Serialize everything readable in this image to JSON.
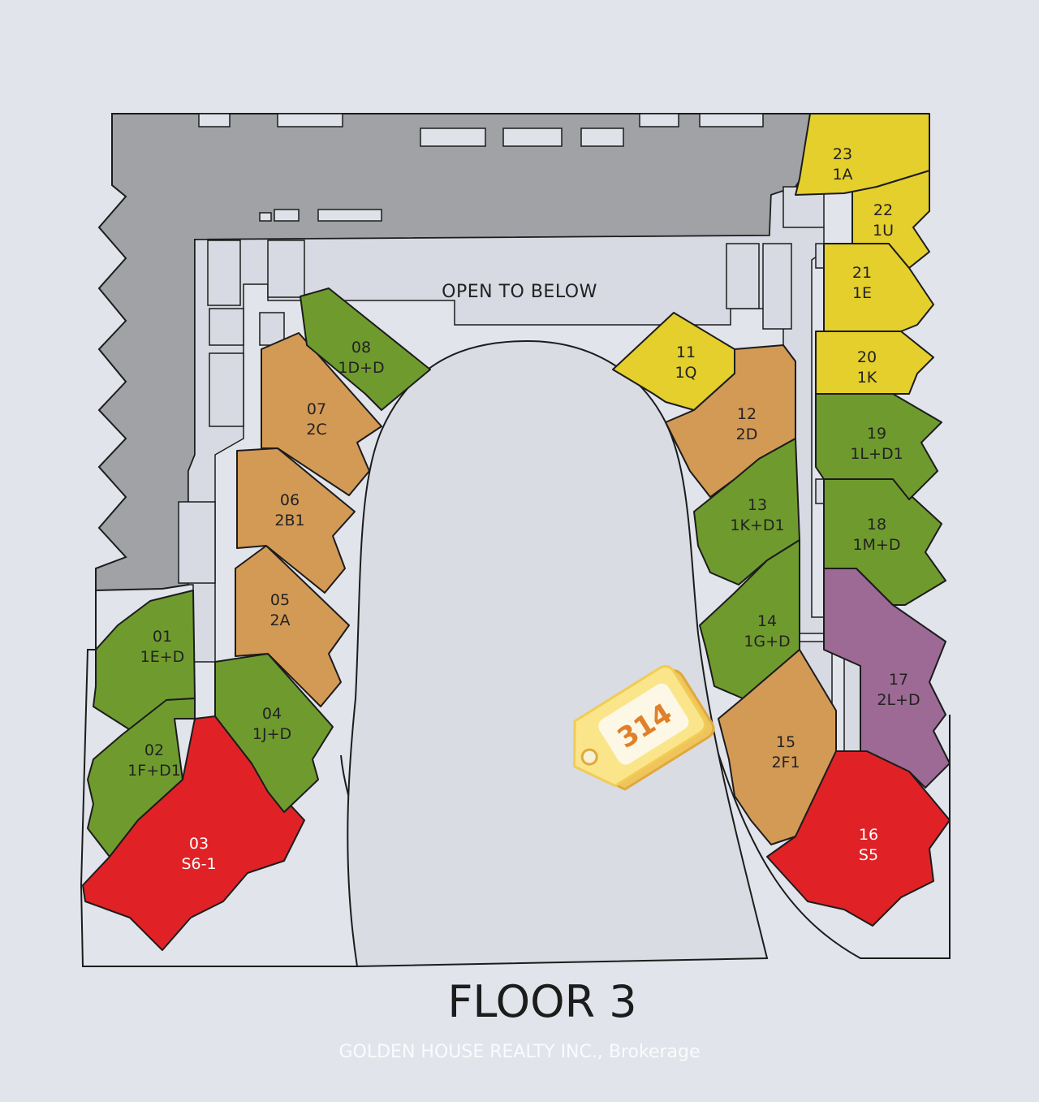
{
  "title": "FLOOR 3",
  "open_area_label": "OPEN TO BELOW",
  "watermark": "GOLDEN HOUSE REALTY INC., Brokerage",
  "tag": {
    "label": "314"
  },
  "colors": {
    "background": "#dfe2e9",
    "core": "#9fa1a4",
    "corridor": "#d6d9e1",
    "green": "#6f9b2e",
    "tan": "#d39a56",
    "yellow": "#e4cf2d",
    "red": "#e02227",
    "purple": "#9c6a95",
    "tag": "#f0d96a"
  },
  "units": [
    {
      "id": "unit-01",
      "number": "01",
      "type": "1E+D",
      "color": "green"
    },
    {
      "id": "unit-02",
      "number": "02",
      "type": "1F+D1",
      "color": "green"
    },
    {
      "id": "unit-03",
      "number": "03",
      "type": "S6-1",
      "color": "red"
    },
    {
      "id": "unit-04",
      "number": "04",
      "type": "1J+D",
      "color": "green"
    },
    {
      "id": "unit-05",
      "number": "05",
      "type": "2A",
      "color": "tan"
    },
    {
      "id": "unit-06",
      "number": "06",
      "type": "2B1",
      "color": "tan"
    },
    {
      "id": "unit-07",
      "number": "07",
      "type": "2C",
      "color": "tan"
    },
    {
      "id": "unit-08",
      "number": "08",
      "type": "1D+D",
      "color": "green"
    },
    {
      "id": "unit-11",
      "number": "11",
      "type": "1Q",
      "color": "yellow"
    },
    {
      "id": "unit-12",
      "number": "12",
      "type": "2D",
      "color": "tan"
    },
    {
      "id": "unit-13",
      "number": "13",
      "type": "1K+D1",
      "color": "green"
    },
    {
      "id": "unit-14",
      "number": "14",
      "type": "1G+D",
      "color": "green"
    },
    {
      "id": "unit-15",
      "number": "15",
      "type": "2F1",
      "color": "tan"
    },
    {
      "id": "unit-16",
      "number": "16",
      "type": "S5",
      "color": "red"
    },
    {
      "id": "unit-17",
      "number": "17",
      "type": "2L+D",
      "color": "purple"
    },
    {
      "id": "unit-18",
      "number": "18",
      "type": "1M+D",
      "color": "green"
    },
    {
      "id": "unit-19",
      "number": "19",
      "type": "1L+D1",
      "color": "green"
    },
    {
      "id": "unit-20",
      "number": "20",
      "type": "1K",
      "color": "yellow"
    },
    {
      "id": "unit-21",
      "number": "21",
      "type": "1E",
      "color": "yellow"
    },
    {
      "id": "unit-22",
      "number": "22",
      "type": "1U",
      "color": "yellow"
    },
    {
      "id": "unit-23",
      "number": "23",
      "type": "1A",
      "color": "yellow"
    }
  ]
}
